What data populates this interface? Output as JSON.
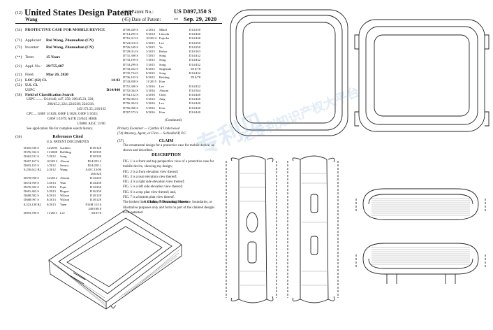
{
  "header": {
    "doc_code": "(12)",
    "title": "United States Design Patent",
    "patent_no_code": "(10)",
    "patent_no_label": "Patent No.:",
    "patent_no": "US D897,350 S",
    "inventor_short": "Wang",
    "date_code": "(45)",
    "date_label": "Date of Patent:",
    "date_marker": "**",
    "date": "Sep. 29, 2020"
  },
  "fields": [
    {
      "code": "(54)",
      "label": "",
      "value": "PROTECTIVE CASE FOR MOBILE DEVICE"
    },
    {
      "code": "(71)",
      "label": "Applicant:",
      "value": "Rui Wang, Zhumadian (CN)"
    },
    {
      "code": "(72)",
      "label": "Inventor:",
      "value": "Rui Wang, Zhumadian (CN)"
    },
    {
      "code": "(**)",
      "label": "Term:",
      "value": "15 Years"
    },
    {
      "code": "(21)",
      "label": "Appl. No.:",
      "value": "29/755,407"
    },
    {
      "code": "(22)",
      "label": "Filed:",
      "value": "May 20, 2020"
    }
  ],
  "loc": {
    "code": "(51)",
    "label": "LOC (12) Cl.",
    "value": "14-02"
  },
  "uscl": {
    "code": "(52)",
    "label": "U.S. Cl.",
    "sub": "USPC",
    "value": "D14/440"
  },
  "field_search": {
    "code": "(58)",
    "label": "Field of Classification Search",
    "lines": [
      "USPC ........ D14/440, 447, 250; 206/45.23, 320,",
      "206/45.2, 224; 224/218; 224/218,",
      "345/173.35; 218/132",
      "CPC ... G06F 1/1626; G06F 1/1626; G06F 1/1633;",
      "G06F 1/1679; A47B 23/044; H04B",
      "1/3888; A45C 11/00"
    ],
    "note": "See application file for complete search history."
  },
  "refs": {
    "code": "(56)",
    "title": "References Cited",
    "subtitle": "U.S. PATENT DOCUMENTS",
    "rows": [
      [
        "D305,530 S",
        "12/2005",
        "Gardner",
        "D18/128"
      ],
      [
        "D376,334 S",
        "11/2008",
        "Bellding",
        "D18/339"
      ],
      [
        "D462,531 S",
        "7/2012",
        "Song",
        "D18/339"
      ],
      [
        "D467,167 S",
        "10/2013",
        "Aksoni",
        "D14/253.3"
      ],
      [
        "D693,155 S",
        "1/2012",
        "Searcy",
        "D14/250.1"
      ],
      [
        "9,250,612 B2",
        "2/2012",
        "Wang",
        "A45C 13/00"
      ],
      [
        "",
        "",
        "",
        "206/320"
      ],
      [
        "D670,930 S",
        "12/2012",
        "Aksoni",
        "D14/250"
      ],
      [
        "D674,769 S",
        "1/2013",
        "Wan",
        "D14/250"
      ],
      [
        "D676,392 S",
        "2/2013",
        "Pope",
        "D14/250"
      ],
      [
        "D681,463 S",
        "5/2013",
        "Hugert",
        "D16/250"
      ],
      [
        "D688,582 S",
        "8/2013",
        "Wilson",
        "D18/128"
      ],
      [
        "D688,997 S",
        "8/2013",
        "Wilson",
        "D18/128"
      ],
      [
        "8,523,138 B2",
        "9/2013",
        "Yuen",
        "F16M 11/10"
      ],
      [
        "",
        "",
        "",
        "248/188.8"
      ],
      [
        "D693,700 S",
        "11/2013",
        "Lee",
        "D10/78"
      ]
    ]
  },
  "refs2": {
    "rows": [
      [
        "D700,449 S",
        "2/2014",
        "Mikel",
        "D14/250"
      ],
      [
        "D714,295 S",
        "9/2014",
        "Lincoln",
        "D14/440"
      ],
      [
        "D716,313 S",
        "10/2014",
        "Fujioka",
        "D14/440"
      ],
      [
        "D723,016 S",
        "2/2015",
        "Lee",
        "D14/250"
      ],
      [
        "D726,549 S",
        "3/2015",
        "Ye",
        "D14/250"
      ],
      [
        "D729,014 S",
        "3/2015",
        "Heber",
        "D10/163"
      ],
      [
        "D731,398 S",
        "7/2015",
        "Song",
        "D14/432"
      ],
      [
        "D733,199 S",
        "7/2015",
        "Song",
        "D14/432"
      ],
      [
        "D733,299 S",
        "7/2015",
        "Song",
        "D14/432"
      ],
      [
        "D733,452 S",
        "8/2015",
        "Saigemin",
        "D10/78"
      ],
      [
        "D735,734 S",
        "8/2015",
        "Song",
        "D14/432"
      ],
      [
        "D736,103 S",
        "8/2015",
        "Belding",
        "D10/78"
      ],
      [
        "D743,838 S",
        "11/2015",
        "Kim",
        ""
      ],
      [
        "D751,300 S",
        "3/2016",
        "Lee",
        "D14/432"
      ],
      [
        "D752,044 S",
        "3/2016",
        "Aksoni",
        "D14/344"
      ],
      [
        "D754,132 S",
        "4/2016",
        "Chen",
        "D14/440"
      ],
      [
        "D756,004 S",
        "5/2016",
        "Jung",
        "D14/440"
      ],
      [
        "D756,304 S",
        "5/2016",
        "Lee",
        "D14/440"
      ],
      [
        "D756,966 S",
        "5/2016",
        "Kim",
        "D14/440"
      ],
      [
        "D767,573 S",
        "9/2016",
        "Kim",
        "D14/440"
      ]
    ],
    "continued": "(Continued)"
  },
  "examiner": {
    "primary": "Primary Examiner — Cynthia R Underwood",
    "attorney": "(74) Attorney, Agent, or Firm — SchindlerIP, P.C."
  },
  "claim": {
    "code": "(57)",
    "title": "CLAIM",
    "text": "The ornamental design for a protective case for mobile device, as shown and described."
  },
  "description": {
    "title": "DESCRIPTION",
    "figures": [
      "FIG. 1 is a front and top perspective view of a protective case for mobile device, showing my design;",
      "FIG. 2 is a front elevation view thereof;",
      "FIG. 3 is a rear elevation view thereof;",
      "FIG. 4 is a right side elevation view thereof;",
      "FIG. 5 is a left side elevation view thereof;",
      "FIG. 6 is a top plan view thereof; and,",
      "FIG. 7 is a bottom plan view thereof.",
      "The broken lines are for environmental structure, boundaries, or illustrative purposes only and form no part of the claimed designs to be patented."
    ],
    "footer": "1 Claim, 7 Drawing Sheets"
  },
  "watermark": {
    "text1": "专利贝",
    "text2": "汇专利知识产权大平台"
  }
}
